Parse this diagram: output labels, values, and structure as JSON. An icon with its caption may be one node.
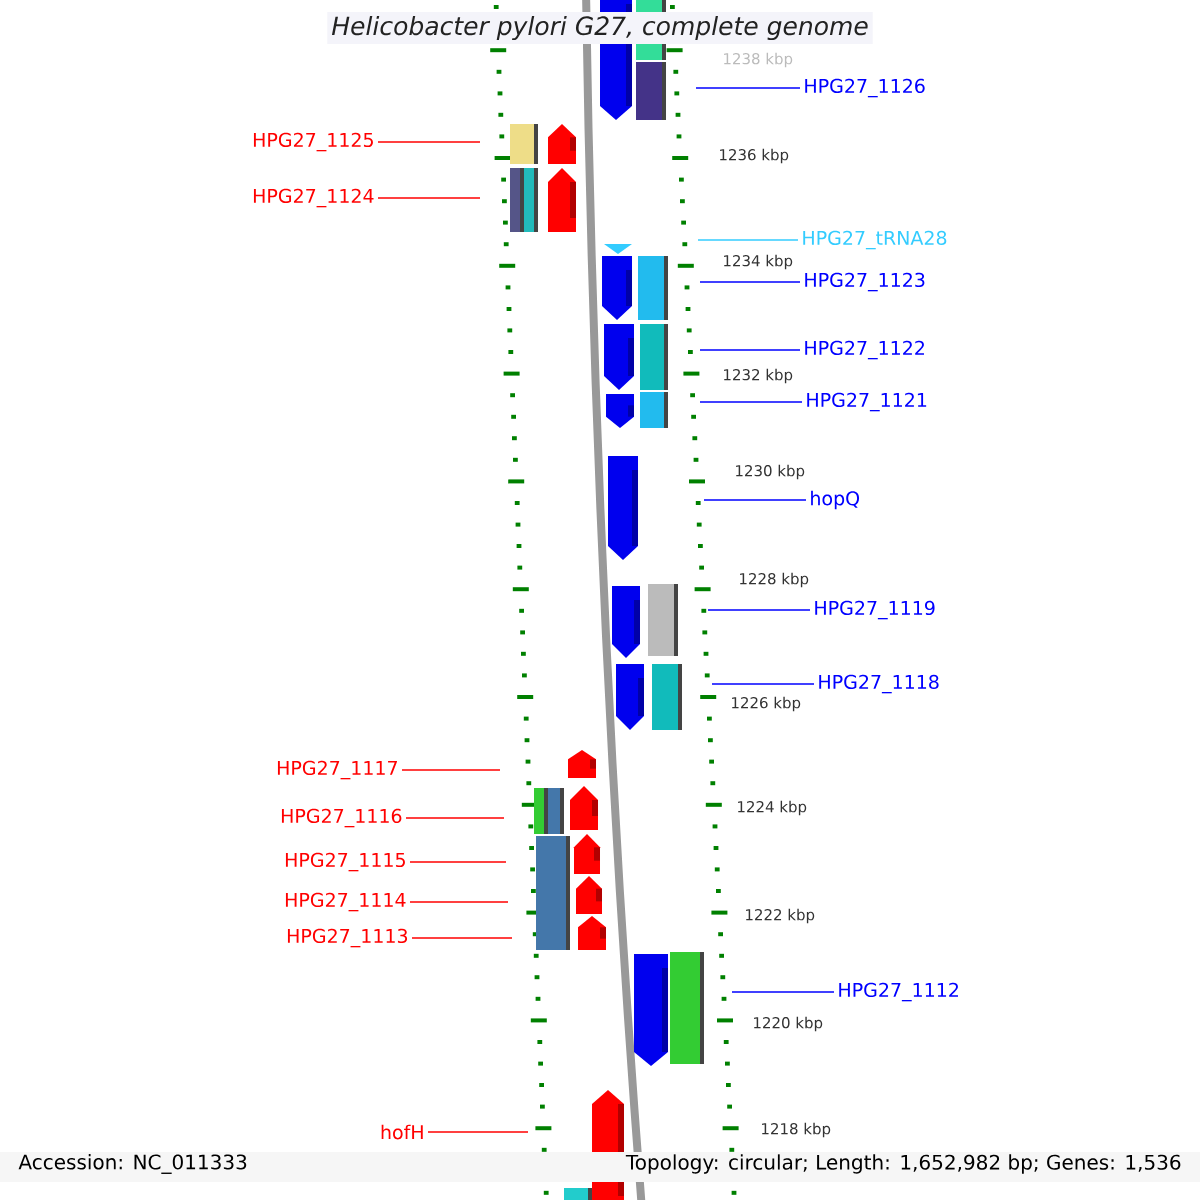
{
  "diagram": {
    "title": "Helicobacter pylori G27, complete genome",
    "nodes": [
      {
        "text": [
          "HPG27_1126"
        ]
      },
      {
        "text": [
          "HPG27_1125"
        ]
      },
      {
        "text": [
          "HPG27_1124"
        ]
      },
      {
        "text": [
          "HPG27_tRNA28"
        ]
      },
      {
        "text": [
          "HPG27_1123"
        ]
      },
      {
        "text": [
          "HPG27_1122"
        ]
      },
      {
        "text": [
          "HPG27_1121"
        ]
      },
      {
        "text": [
          "hopQ"
        ]
      },
      {
        "text": [
          "HPG27_1119"
        ]
      },
      {
        "text": [
          "HPG27_1118"
        ]
      },
      {
        "text": [
          "HPG27_1117"
        ]
      },
      {
        "text": [
          "HPG27_1116"
        ]
      },
      {
        "text": [
          "HPG27_1115"
        ]
      },
      {
        "text": [
          "HPG27_1114"
        ]
      },
      {
        "text": [
          "HPG27_1113"
        ]
      },
      {
        "text": [
          "HPG27_1112"
        ]
      },
      {
        "text": [
          "hofH"
        ]
      }
    ],
    "edges": [
      {
        "from": 0,
        "to": null,
        "arrow": "none"
      },
      {
        "from": 1,
        "to": null,
        "arrow": "none",
        "color": "#ff0000"
      },
      {
        "from": 2,
        "to": null,
        "arrow": "none",
        "color": "#ff0000"
      },
      {
        "from": 3,
        "to": null,
        "arrow": "none",
        "color": "#33ccff"
      },
      {
        "from": 4,
        "to": null,
        "arrow": "none"
      },
      {
        "from": 5,
        "to": null,
        "arrow": "none"
      },
      {
        "from": 6,
        "to": null,
        "arrow": "none"
      },
      {
        "from": 7,
        "to": null,
        "arrow": "none"
      },
      {
        "from": 8,
        "to": null,
        "arrow": "none"
      },
      {
        "from": 9,
        "to": null,
        "arrow": "none"
      },
      {
        "from": 10,
        "to": null,
        "arrow": "none",
        "color": "#ff0000"
      },
      {
        "from": 11,
        "to": null,
        "arrow": "none",
        "color": "#ff0000"
      },
      {
        "from": 12,
        "to": null,
        "arrow": "none",
        "color": "#ff0000"
      },
      {
        "from": 13,
        "to": null,
        "arrow": "none",
        "color": "#ff0000"
      },
      {
        "from": 14,
        "to": null,
        "arrow": "none",
        "color": "#ff0000"
      },
      {
        "from": 15,
        "to": null,
        "arrow": "none"
      },
      {
        "from": 16,
        "to": null,
        "arrow": "none",
        "color": "#ff0000"
      }
    ],
    "labels": [
      "1238 kbp",
      "1236 kbp",
      "1234 kbp",
      "1232 kbp",
      "1230 kbp",
      "1228 kbp",
      "1226 kbp",
      "1224 kbp",
      "1222 kbp",
      "1220 kbp",
      "1218 kbp",
      "Accession: NC_011333",
      "Topology: circular; Length: 1,652,982 bp; Genes: 1,536"
    ]
  }
}
